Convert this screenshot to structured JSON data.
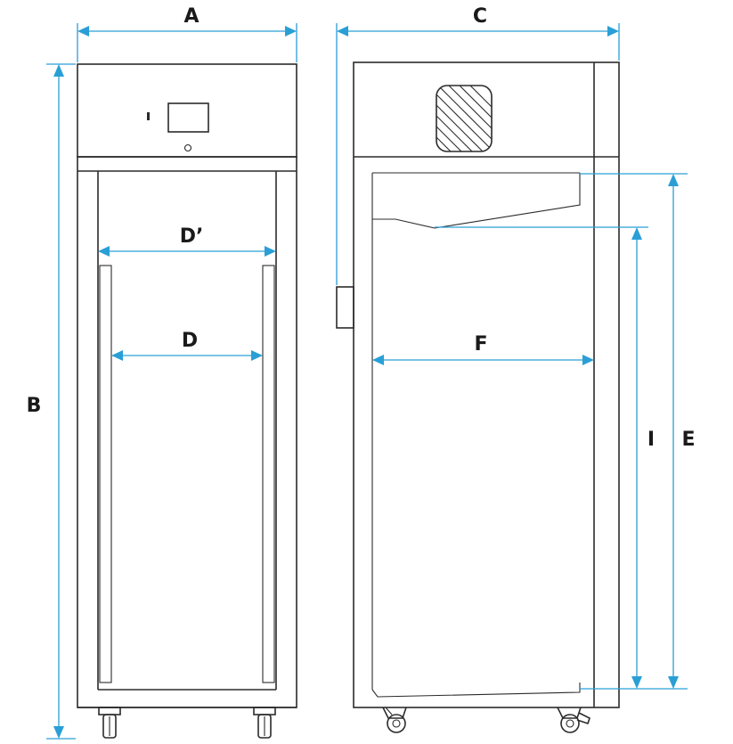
{
  "labels": {
    "A": "A",
    "B": "B",
    "C": "C",
    "D": "D",
    "D_prime": "D’",
    "E": "E",
    "F": "F",
    "I": "I"
  },
  "colors": {
    "dimension_line": "#2a9fd6",
    "outline": "#2b2b2b",
    "background": "#ffffff"
  },
  "icons": {
    "control_panel": "display-screen-icon",
    "caster": "caster-wheel-icon",
    "vent": "hatched-vent-icon",
    "door_handle": "door-handle-icon"
  }
}
